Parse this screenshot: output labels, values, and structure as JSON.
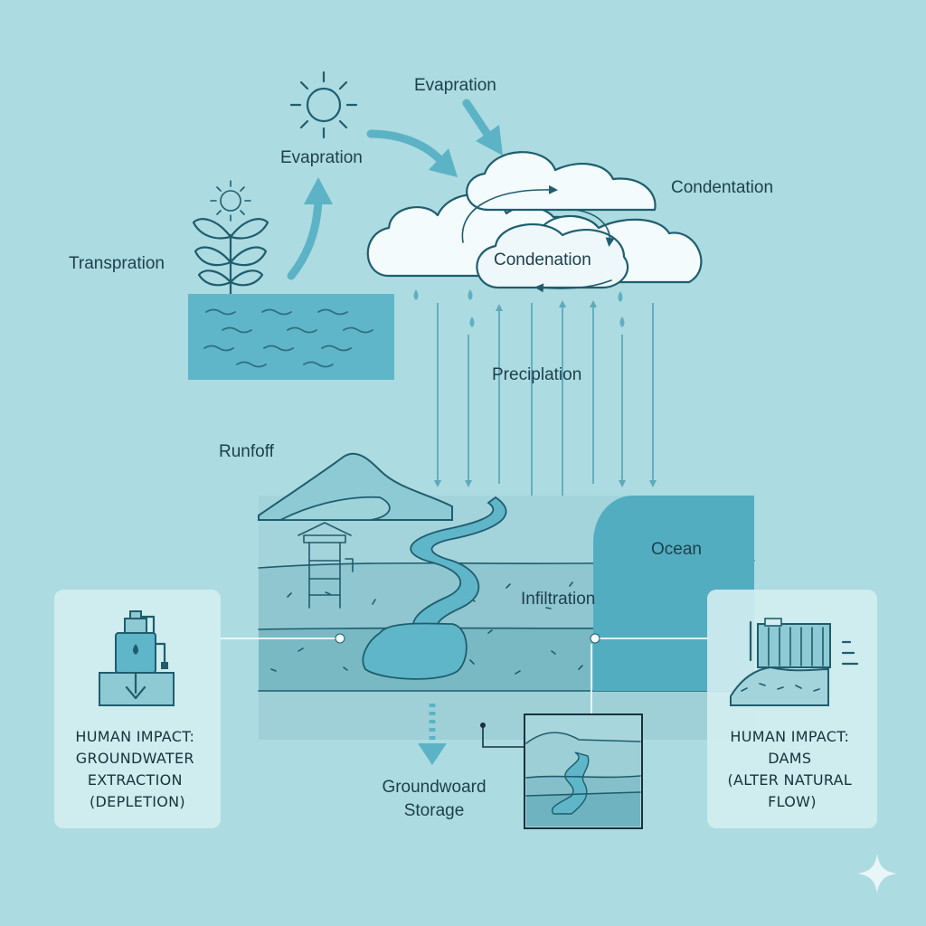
{
  "labels": {
    "evaporation_top": "Evapration",
    "evaporation_mid": "Evapration",
    "transpiration": "Transpration",
    "condensation_outer": "Condentation",
    "condensation_inner": "Condenation",
    "precipitation": "Preciplation",
    "runoff": "Runfoff",
    "ocean": "Ocean",
    "infiltration": "Infiltration",
    "groundwater_line1": "Groundwoard",
    "groundwater_line2": "Storage"
  },
  "cards": {
    "left": {
      "icon": "pump-icon",
      "title_lines": [
        "HUMAN IMPACT:",
        "GROUNDWATER",
        "EXTRACTION",
        "(DEPLETION)"
      ]
    },
    "right": {
      "icon": "dam-icon",
      "title_lines": [
        "HUMAN IMPACT:",
        "DAMS",
        "(ALTER NATURAL",
        "FLOW)"
      ]
    }
  },
  "colors": {
    "background": "#acdbe1",
    "water": "#5fb6c8",
    "ocean": "#53adc0",
    "outline": "#1f5d6e",
    "card": "#d3edf0"
  }
}
